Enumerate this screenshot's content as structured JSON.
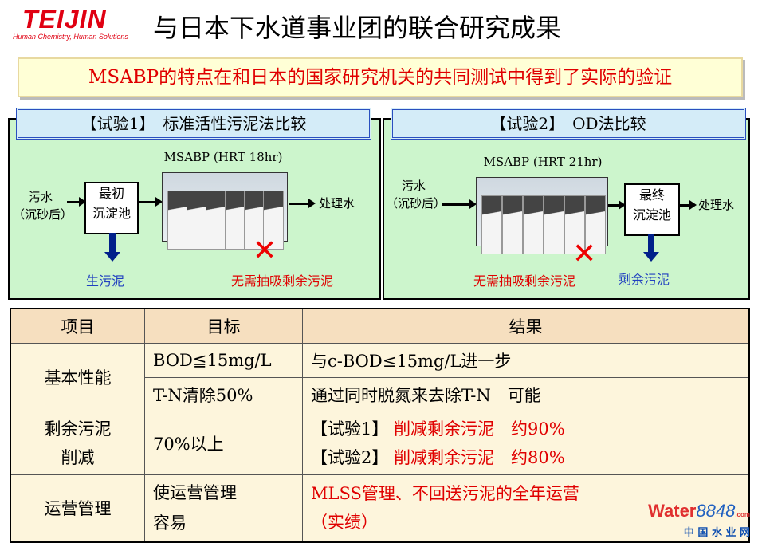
{
  "logo": {
    "brand": "TEIJIN",
    "tagline": "Human Chemistry, Human Solutions"
  },
  "title": "与日本下水道事业团的联合研究成果",
  "banner": "MSABP的特点在和日本的国家研究机关的共同测试中得到了实际的验证",
  "test1": {
    "title": "【试验1】　标准活性污泥法比较",
    "input1": "污水",
    "input2": "（沉砂后）",
    "box1": "最初",
    "box2": "沉淀池",
    "reactor": "MSABP (HRT 18hr)",
    "output": "处理水",
    "sludge": "生污泥",
    "no_pump": "无需抽吸剩余污泥"
  },
  "test2": {
    "title": "【试验2】　OD法比较",
    "input1": "污水",
    "input2": "（沉砂后）",
    "box1": "最终",
    "box2": "沉淀池",
    "reactor": "MSABP (HRT 21hr)",
    "output": "处理水",
    "sludge": "剩余污泥",
    "no_pump": "无需抽吸剩余污泥"
  },
  "table": {
    "headers": [
      "项目",
      "目标",
      "结果"
    ],
    "r1": {
      "item": "基本性能",
      "g1": "BOD≦15mg/L",
      "res1": "与c-BOD≤15mg/L进一步",
      "g2": "T-N清除50%",
      "res2": "通过同时脱氮来去除T-N　可能"
    },
    "r2": {
      "item1": "剩余污泥",
      "item2": "削减",
      "goal": "70%以上",
      "a1": "【试验1】",
      "b1": "削减剩余污泥　约90%",
      "a2": "【试验2】",
      "b2": "削减剩余污泥　约80%"
    },
    "r3": {
      "item": "运营管理",
      "goal1": "使运营管理",
      "goal2": "容易",
      "res1": "MLSS管理、不回送污泥的全年运营",
      "res2": "（实绩）"
    }
  },
  "watermark": {
    "brand": "Water",
    "num": "8848",
    "com": ".com",
    "cn": "中 国 水 业 网"
  }
}
